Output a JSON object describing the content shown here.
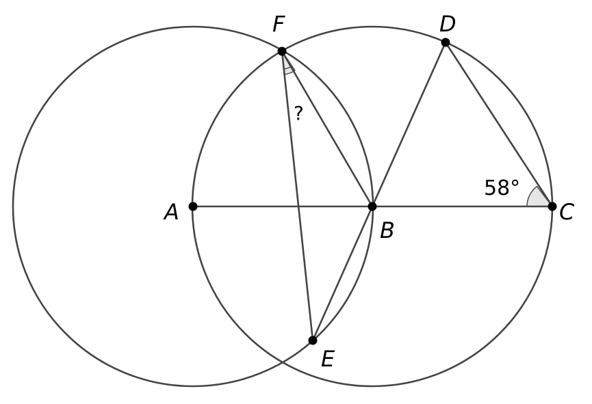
{
  "diagram": {
    "points": {
      "A": "A",
      "B": "B",
      "C": "C",
      "D": "D",
      "E": "E",
      "F": "F"
    },
    "angle_C_label": "58°",
    "angle_F_label": "?",
    "colors": {
      "stroke": "#444444",
      "point": "#000000",
      "angle_fill": "#e6e6e6"
    }
  }
}
